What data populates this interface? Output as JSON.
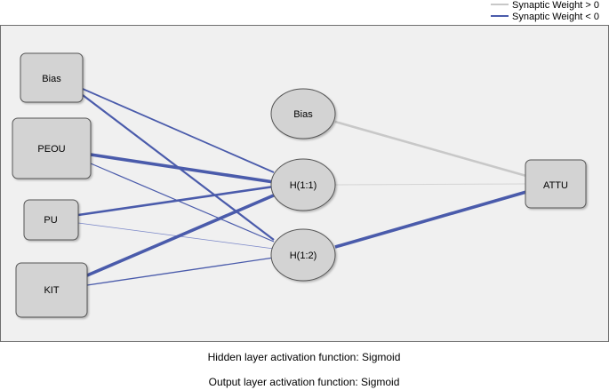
{
  "legend": {
    "positive": {
      "label": "Synaptic Weight > 0",
      "color": "#c8c8c8"
    },
    "negative": {
      "label": "Synaptic Weight < 0",
      "color": "#4a5bab"
    }
  },
  "nodes": {
    "input_bias": "Bias",
    "peou": "PEOU",
    "pu": "PU",
    "kit": "KIT",
    "hidden_bias": "Bias",
    "h1": "H(1:1)",
    "h2": "H(1:2)",
    "attu": "ATTU"
  },
  "connections": [
    {
      "from": "input_bias",
      "to": "h1",
      "sign": "negative",
      "strength": "medium"
    },
    {
      "from": "input_bias",
      "to": "h2",
      "sign": "negative",
      "strength": "medium"
    },
    {
      "from": "peou",
      "to": "h1",
      "sign": "negative",
      "strength": "strong"
    },
    {
      "from": "peou",
      "to": "h2",
      "sign": "negative",
      "strength": "weak"
    },
    {
      "from": "pu",
      "to": "h1",
      "sign": "negative",
      "strength": "medium"
    },
    {
      "from": "pu",
      "to": "h2",
      "sign": "negative",
      "strength": "very-weak"
    },
    {
      "from": "kit",
      "to": "h1",
      "sign": "negative",
      "strength": "strong"
    },
    {
      "from": "kit",
      "to": "h2",
      "sign": "negative",
      "strength": "weak"
    },
    {
      "from": "hidden_bias",
      "to": "attu",
      "sign": "positive",
      "strength": "medium"
    },
    {
      "from": "h1",
      "to": "attu",
      "sign": "positive",
      "strength": "very-weak"
    },
    {
      "from": "h2",
      "to": "attu",
      "sign": "negative",
      "strength": "strong"
    }
  ],
  "footer": {
    "hidden_activation": "Hidden layer activation function: Sigmoid",
    "output_activation": "Output layer activation function: Sigmoid"
  }
}
